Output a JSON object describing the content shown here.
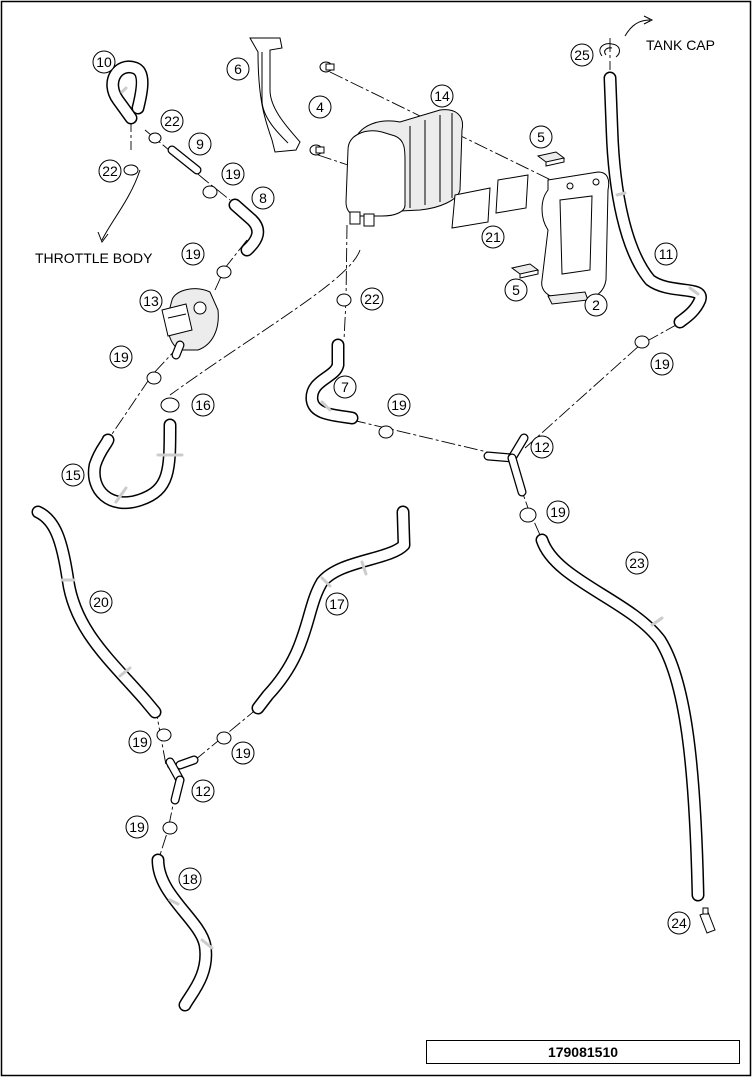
{
  "diagram": {
    "labels": {
      "tank_cap": "TANK CAP",
      "throttle_body": "THROTTLE BODY"
    },
    "callouts": {
      "c1": "10",
      "c2": "6",
      "c3": "4",
      "c4": "14",
      "c5": "25",
      "c6": "22",
      "c7": "9",
      "c8": "22",
      "c9": "19",
      "c10": "8",
      "c11": "5",
      "c12": "21",
      "c13": "19",
      "c14": "22",
      "c15": "11",
      "c16": "13",
      "c17": "5",
      "c18": "2",
      "c19": "19",
      "c20": "16",
      "c21": "7",
      "c22": "19",
      "c23": "19",
      "c24": "15",
      "c25": "12",
      "c26": "19",
      "c27": "23",
      "c28": "20",
      "c29": "17",
      "c30": "19",
      "c31": "19",
      "c32": "12",
      "c33": "19",
      "c34": "18",
      "c35": "24"
    },
    "drawing_number": "179081510"
  }
}
